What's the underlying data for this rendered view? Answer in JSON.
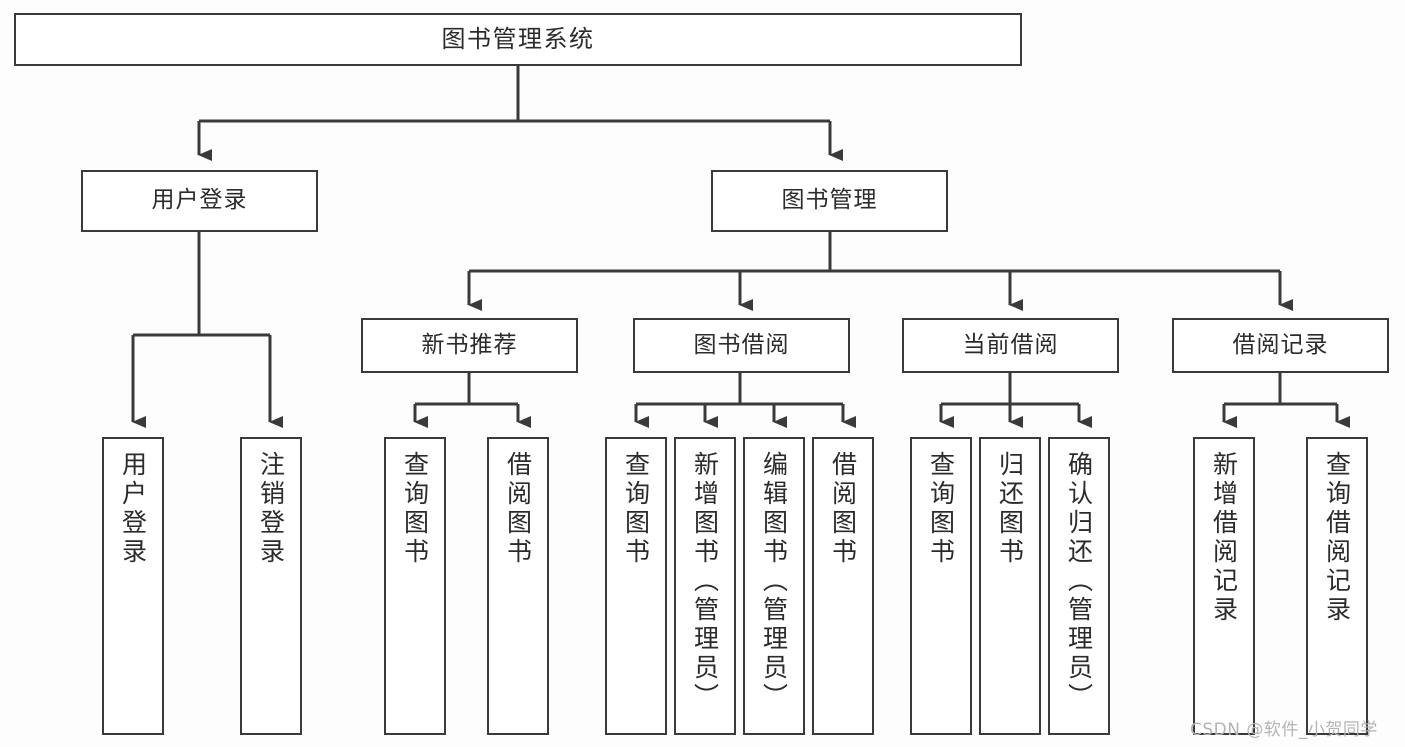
{
  "diagram": {
    "title": "图书管理系统",
    "background_color": "#fdfdfd",
    "line_color": "#3a3a3a",
    "box_fill": "#ffffff",
    "text_color": "#2b2b2b"
  },
  "watermark": {
    "text": "CSDN @软件_小贺同学",
    "color": "#b4b4b4"
  },
  "nodes": {
    "root": {
      "label": "图书管理系统"
    },
    "level2": [
      {
        "id": "user-login",
        "label": "用户登录"
      },
      {
        "id": "book-management",
        "label": "图书管理"
      }
    ],
    "level3": [
      {
        "id": "new-book-recommend",
        "label": "新书推荐"
      },
      {
        "id": "book-borrow",
        "label": "图书借阅"
      },
      {
        "id": "current-borrow",
        "label": "当前借阅"
      },
      {
        "id": "borrow-record",
        "label": "借阅记录"
      }
    ],
    "leaves": [
      {
        "id": "leaf-user-login",
        "label": "用户登录",
        "parent": "用户登录"
      },
      {
        "id": "leaf-logout-login",
        "label": "注销登录",
        "parent": "用户登录"
      },
      {
        "id": "leaf-query-book-1",
        "label": "查询图书",
        "parent": "新书推荐"
      },
      {
        "id": "leaf-borrow-book-1",
        "label": "借阅图书",
        "parent": "新书推荐"
      },
      {
        "id": "leaf-query-book-2",
        "label": "查询图书",
        "parent": "图书借阅"
      },
      {
        "id": "leaf-add-book",
        "label": "新增图书（管理员）",
        "parent": "图书借阅"
      },
      {
        "id": "leaf-edit-book",
        "label": "编辑图书（管理员）",
        "parent": "图书借阅"
      },
      {
        "id": "leaf-borrow-book-2",
        "label": "借阅图书",
        "parent": "图书借阅"
      },
      {
        "id": "leaf-query-book-3",
        "label": "查询图书",
        "parent": "当前借阅"
      },
      {
        "id": "leaf-return-book",
        "label": "归还图书",
        "parent": "当前借阅"
      },
      {
        "id": "leaf-confirm-return",
        "label": "确认归还（管理员）",
        "parent": "当前借阅"
      },
      {
        "id": "leaf-add-record",
        "label": "新增借阅记录",
        "parent": "借阅记录"
      },
      {
        "id": "leaf-query-record",
        "label": "查询借阅记录",
        "parent": "借阅记录"
      }
    ]
  }
}
